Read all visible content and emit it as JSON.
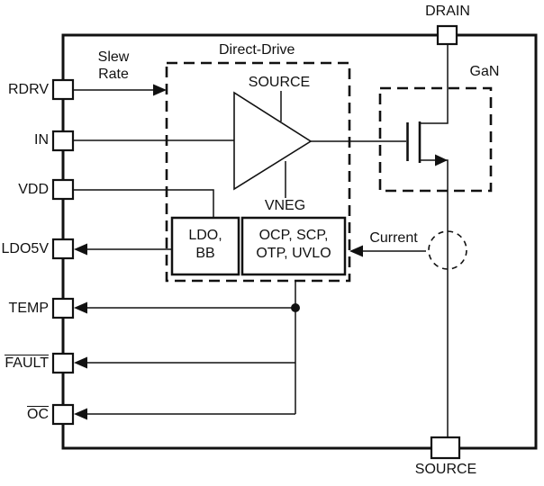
{
  "colors": {
    "line": "#111111",
    "background": "#ffffff"
  },
  "pins": {
    "left": [
      {
        "label": "RDRV",
        "overline": false
      },
      {
        "label": "IN",
        "overline": false
      },
      {
        "label": "VDD",
        "overline": false
      },
      {
        "label": "LDO5V",
        "overline": false
      },
      {
        "label": "TEMP",
        "overline": false
      },
      {
        "label": "FAULT",
        "overline": true
      },
      {
        "label": "OC",
        "overline": true
      }
    ],
    "top": {
      "label": "DRAIN"
    },
    "bottom": {
      "label": "SOURCE"
    }
  },
  "blocks": {
    "direct_drive": {
      "title": "Direct-Drive",
      "driver_top_label": "SOURCE",
      "driver_bottom_label": "VNEG",
      "ldo_block": "LDO,\nBB",
      "protection_block": "OCP, SCP,\nOTP, UVLO"
    },
    "gan": {
      "title": "GaN"
    }
  },
  "annotations": {
    "slew_rate": "Slew\nRate",
    "current_sense": "Current"
  }
}
